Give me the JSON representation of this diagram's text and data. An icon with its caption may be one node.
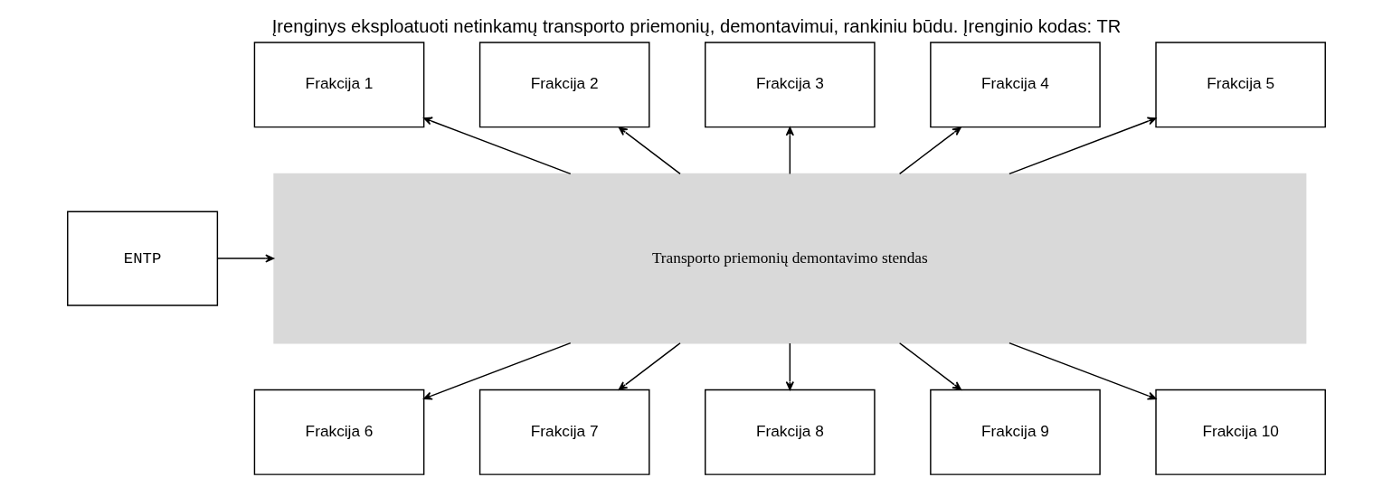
{
  "diagram": {
    "title": "Įrenginys eksploatuoti netinkamų transporto priemonių, demontavimui, rankiniu būdu. Įrenginio kodas: TR",
    "nodes": [
      {
        "text": [
          "ENTP"
        ]
      },
      {
        "text": [
          "Transporto priemonių demontavimo stendas"
        ]
      },
      {
        "text": [
          "Frakcija 1"
        ]
      },
      {
        "text": [
          "Frakcija 2"
        ]
      },
      {
        "text": [
          "Frakcija 3"
        ]
      },
      {
        "text": [
          "Frakcija 4"
        ]
      },
      {
        "text": [
          "Frakcija 5"
        ]
      },
      {
        "text": [
          "Frakcija 6"
        ]
      },
      {
        "text": [
          "Frakcija 7"
        ]
      },
      {
        "text": [
          "Frakcija 8"
        ]
      },
      {
        "text": [
          "Frakcija 9"
        ]
      },
      {
        "text": [
          "Frakcija 10"
        ]
      }
    ],
    "edges": [
      {
        "from": 0,
        "to": 1,
        "arrow": "to"
      },
      {
        "from": 1,
        "to": 2,
        "arrow": "to"
      },
      {
        "from": 1,
        "to": 3,
        "arrow": "to"
      },
      {
        "from": 1,
        "to": 4,
        "arrow": "to"
      },
      {
        "from": 1,
        "to": 5,
        "arrow": "to"
      },
      {
        "from": 1,
        "to": 6,
        "arrow": "to"
      },
      {
        "from": 1,
        "to": 7,
        "arrow": "to"
      },
      {
        "from": 1,
        "to": 8,
        "arrow": "to"
      },
      {
        "from": 1,
        "to": 9,
        "arrow": "to"
      },
      {
        "from": 1,
        "to": 10,
        "arrow": "to"
      },
      {
        "from": 1,
        "to": 11,
        "arrow": "to"
      }
    ]
  }
}
